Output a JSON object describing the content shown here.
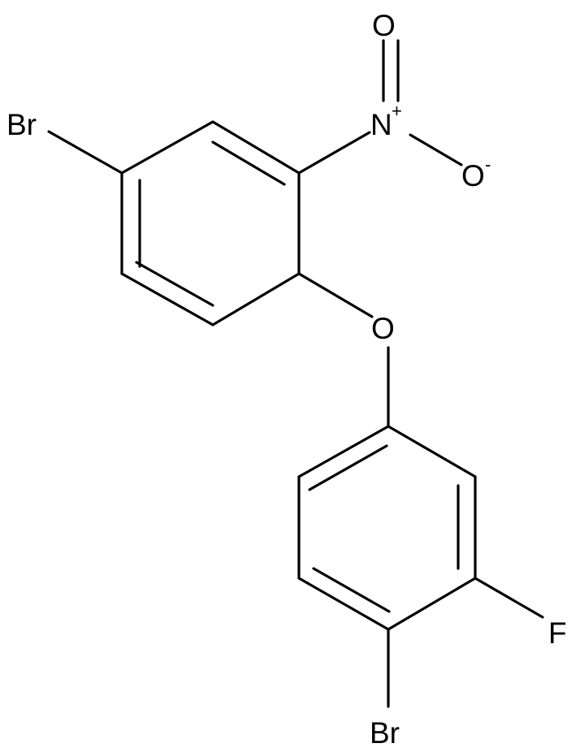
{
  "structure": {
    "atoms": {
      "br1": "Br",
      "n": "N",
      "n_charge": "+",
      "o_double": "O",
      "o_minus": "O",
      "o_minus_charge": "-",
      "o_ether": "O",
      "f": "F",
      "br2": "Br"
    }
  }
}
